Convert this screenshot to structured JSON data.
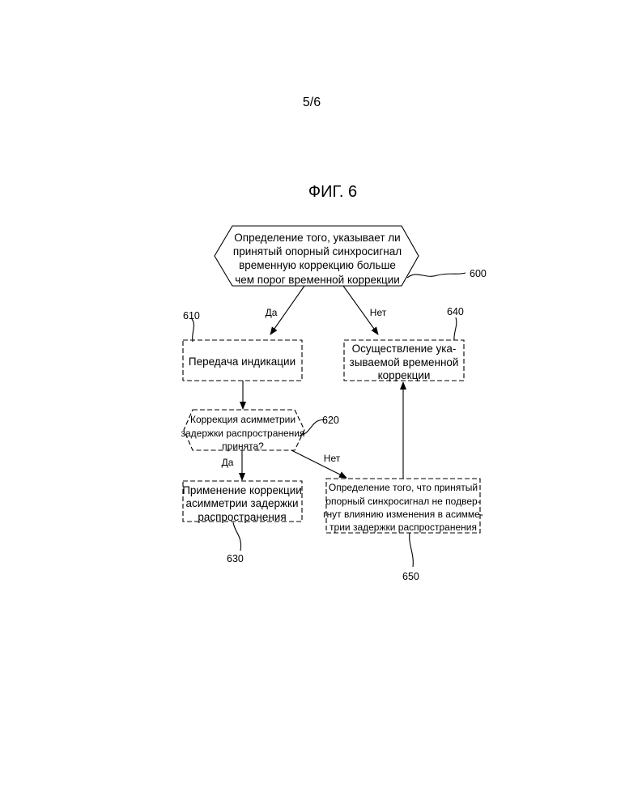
{
  "page_number": "5/6",
  "figure_title": "ФИГ. 6",
  "nodes": {
    "n600": {
      "ref": "600",
      "lines": [
        "Определение того, указывает ли",
        "принятый опорный синхросигнал",
        "временную коррекцию больше",
        "чем порог временной коррекции"
      ]
    },
    "n610": {
      "ref": "610",
      "lines": [
        "Передача индикации"
      ]
    },
    "n620": {
      "ref": "620",
      "lines": [
        "Коррекция асимметрии",
        "задержки   распространения",
        "принята?"
      ]
    },
    "n630": {
      "ref": "630",
      "lines": [
        "Применение коррекции",
        "асимметрии задержки",
        "распространения"
      ]
    },
    "n640": {
      "ref": "640",
      "lines": [
        "Осуществление ука-",
        "зываемой временной",
        "коррекции"
      ]
    },
    "n650": {
      "ref": "650",
      "lines": [
        "Определение того, что принятый",
        "опорный синхросигнал не подвер-",
        "гнут влиянию изменения в асимме-",
        "трии задержки   распространения"
      ]
    }
  },
  "edges": {
    "e600_610": "Да",
    "e600_640": "Нет",
    "e620_630": "Да",
    "e620_650": "Нет"
  }
}
